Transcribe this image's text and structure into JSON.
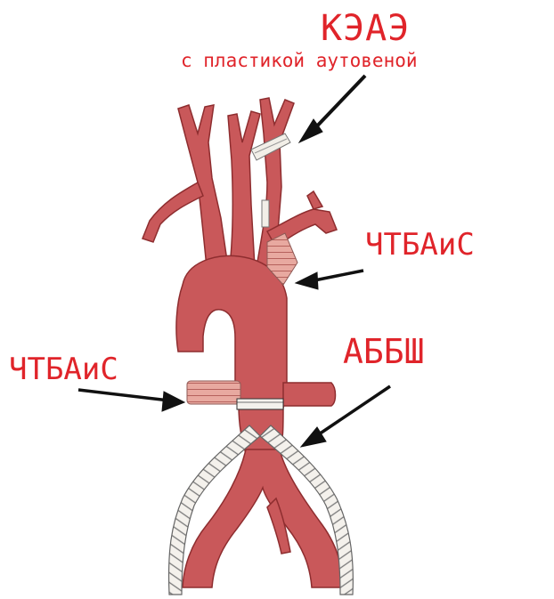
{
  "labels": {
    "keae_title": "КЭАЭ",
    "keae_subtitle": "с пластикой аутовеной",
    "chtbais_right": "ЧТБАиС",
    "chtbais_left": "ЧТБАиС",
    "abbsh": "АББШ"
  },
  "colors": {
    "label_red": "#e0242a",
    "vessel": "#c9585a",
    "vessel_dark": "#8e2d2f",
    "graft": "#f4f1ec",
    "graft_stroke": "#777777",
    "arrow": "#111111"
  }
}
